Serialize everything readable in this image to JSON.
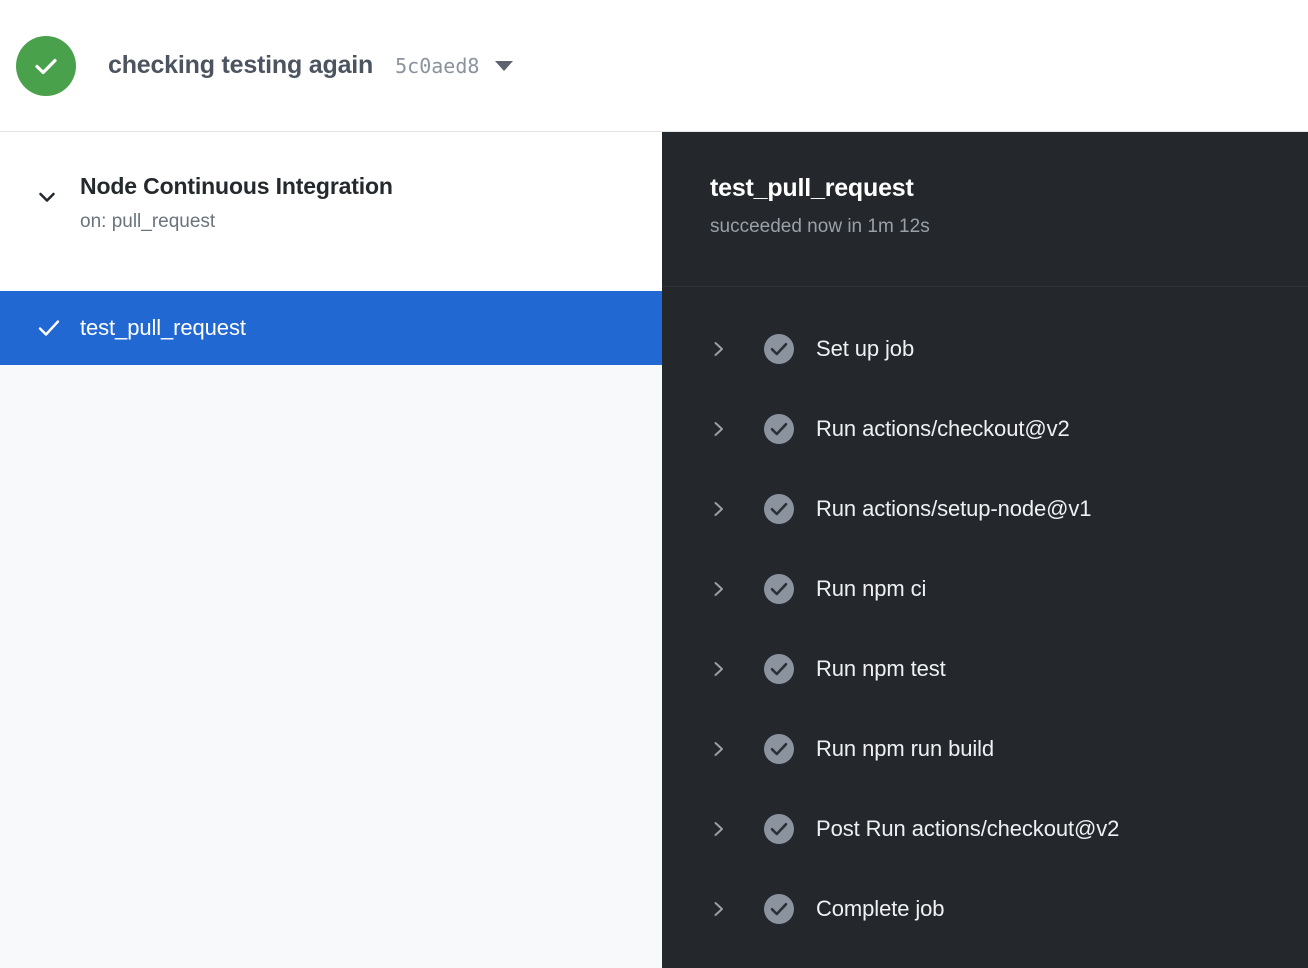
{
  "header": {
    "status_icon": "check-circle-icon",
    "status_color": "#4aa14c",
    "commit_message": "checking testing again",
    "commit_sha": "5c0aed8",
    "caret_icon": "chevron-down-icon"
  },
  "sidebar": {
    "workflow": {
      "collapse_icon": "chevron-down-icon",
      "name": "Node Continuous Integration",
      "trigger": "on: pull_request"
    },
    "jobs": [
      {
        "name": "test_pull_request",
        "status_icon": "check-icon",
        "selected": true,
        "selected_color": "#2268d3"
      }
    ]
  },
  "log_panel": {
    "background": "#24282d",
    "title": "test_pull_request",
    "subtitle": "succeeded now in 1m 12s",
    "steps": [
      {
        "expand_icon": "chevron-right-icon",
        "status_icon": "check-circle-filled-icon",
        "label": "Set up job"
      },
      {
        "expand_icon": "chevron-right-icon",
        "status_icon": "check-circle-filled-icon",
        "label": "Run actions/checkout@v2"
      },
      {
        "expand_icon": "chevron-right-icon",
        "status_icon": "check-circle-filled-icon",
        "label": "Run actions/setup-node@v1"
      },
      {
        "expand_icon": "chevron-right-icon",
        "status_icon": "check-circle-filled-icon",
        "label": "Run npm ci"
      },
      {
        "expand_icon": "chevron-right-icon",
        "status_icon": "check-circle-filled-icon",
        "label": "Run npm test"
      },
      {
        "expand_icon": "chevron-right-icon",
        "status_icon": "check-circle-filled-icon",
        "label": "Run npm run build"
      },
      {
        "expand_icon": "chevron-right-icon",
        "status_icon": "check-circle-filled-icon",
        "label": "Post Run actions/checkout@v2"
      },
      {
        "expand_icon": "chevron-right-icon",
        "status_icon": "check-circle-filled-icon",
        "label": "Complete job"
      }
    ]
  }
}
